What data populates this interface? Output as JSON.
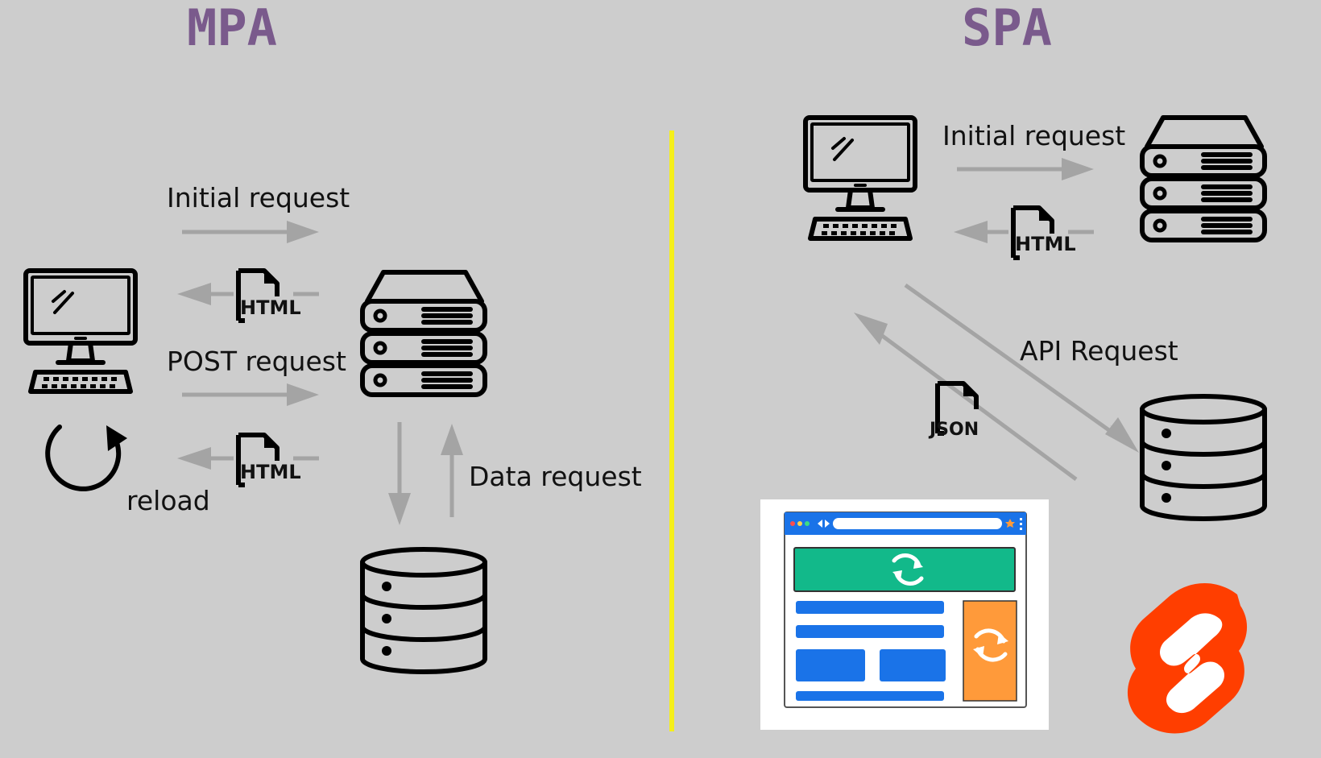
{
  "mpa": {
    "title": "MPA",
    "initial_request": "Initial request",
    "post_request": "POST request",
    "html_doc_1": "HTML",
    "html_doc_2": "HTML",
    "reload": "reload",
    "data_request": "Data request"
  },
  "spa": {
    "title": "SPA",
    "initial_request": "Initial request",
    "html_doc": "HTML",
    "api_request": "API Request",
    "json_doc": "JSON"
  },
  "colors": {
    "background": "#cdcdcd",
    "heading": "#7a5a8c",
    "divider": "#f5ef1a",
    "arrow": "#a4a4a4",
    "svelte_logo": "#ff3e00",
    "browser_blue": "#1a73e8",
    "browser_green": "#12b98a",
    "browser_orange": "#ff9a3a"
  },
  "icons": {
    "client": "desktop-computer-icon",
    "server": "server-stack-icon",
    "database": "database-icon",
    "reload": "reload-icon",
    "document": "document-icon",
    "logo": "svelte-logo",
    "browser": "browser-refresh-illustration"
  }
}
